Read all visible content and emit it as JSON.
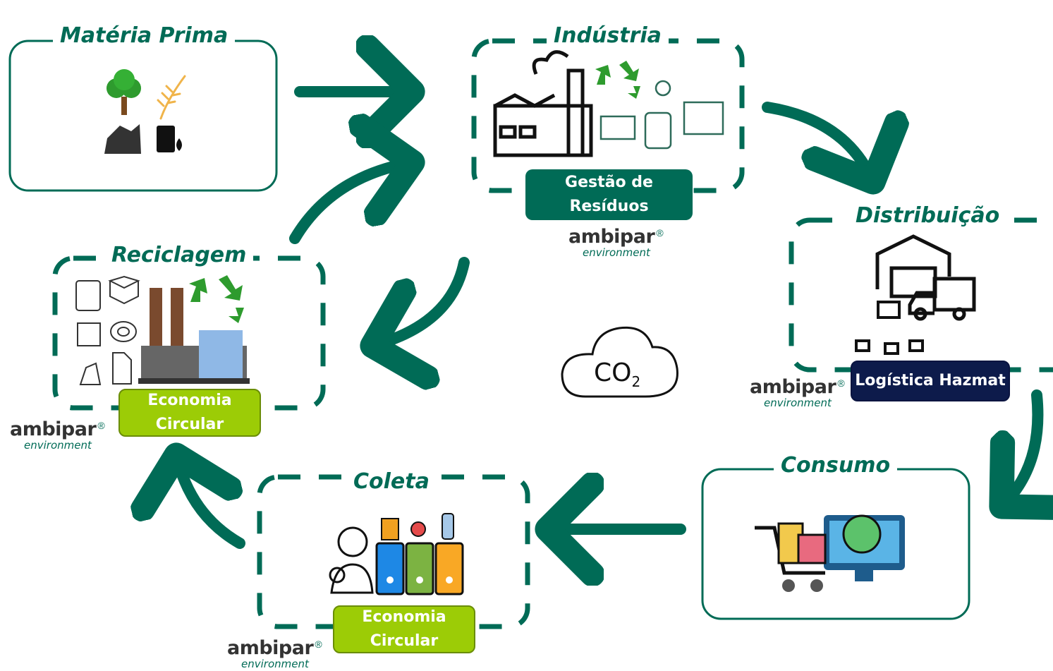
{
  "stages": {
    "materia_prima": {
      "title": "Matéria Prima"
    },
    "industria": {
      "title": "Indústria",
      "badge": [
        "Gestão de",
        "Resíduos"
      ]
    },
    "distribuicao": {
      "title": "Distribuição",
      "badge": "Logística Hazmat"
    },
    "consumo": {
      "title": "Consumo"
    },
    "coleta": {
      "title": "Coleta",
      "badge": [
        "Economia",
        "Circular"
      ]
    },
    "reciclagem": {
      "title": "Reciclagem",
      "badge": [
        "Economia",
        "Circular"
      ]
    }
  },
  "brand": {
    "name": "ambipar",
    "mark": "®",
    "sub": "environment"
  },
  "center": {
    "co2": "CO",
    "co2_sub": "2"
  },
  "colors": {
    "primary": "#006b56",
    "lime": "#9ccc06",
    "navy": "#0d1b4b"
  },
  "icons": [
    "tree-icon",
    "wheat-icon",
    "coal-icon",
    "oil-barrel-icon",
    "factory-icon",
    "recycle-icon",
    "warehouse-icon",
    "truck-icon",
    "shopping-cart-icon",
    "computer-icon",
    "waste-collector-icon",
    "recycling-bins-icon",
    "co2-cloud-icon"
  ]
}
